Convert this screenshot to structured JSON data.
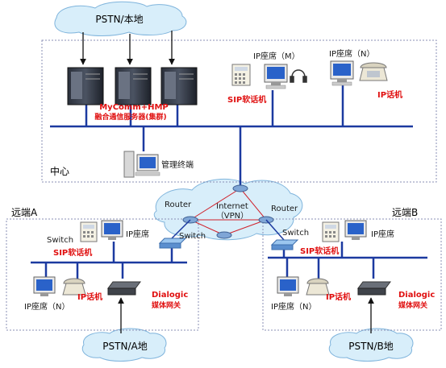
{
  "clouds": {
    "pstn_local": "PSTN/本地",
    "pstn_a": "PSTN/A地",
    "pstn_b": "PSTN/B地"
  },
  "internet": {
    "line1": "Internet",
    "line2": "（VPN）"
  },
  "routers": {
    "left": "Router",
    "right": "Router"
  },
  "center": {
    "region_label": "中心",
    "server_line1": "MyComm+HMP",
    "server_line2": "融合通信服务器(集群)",
    "agent_m": "IP座席（M）",
    "agent_n": "IP座席（N）",
    "sip_softphone": "SIP软话机",
    "ip_phone": "IP话机",
    "mgmt_terminal": "管理终端"
  },
  "remote_a": {
    "region_label": "远端A",
    "switch_left": "Switch",
    "switch_right": "Switch",
    "ip_agent": "IP座席",
    "sip_softphone": "SIP软话机",
    "agent_n": "IP座席（N）",
    "ip_phone": "IP话机",
    "gateway_line1": "Dialogic",
    "gateway_line2": "媒体网关"
  },
  "remote_b": {
    "region_label": "远端B",
    "switch": "Switch",
    "ip_agent": "IP座席",
    "sip_softphone": "SIP软话机",
    "agent_n": "IP座席（N）",
    "ip_phone": "IP话机",
    "gateway_line1": "Dialogic",
    "gateway_line2": "媒体网关"
  },
  "colors": {
    "bus": "#1c3aa0",
    "accent_red": "#e01010",
    "cloud_fill": "#d8eefa",
    "cloud_stroke": "#7fb4dc"
  }
}
